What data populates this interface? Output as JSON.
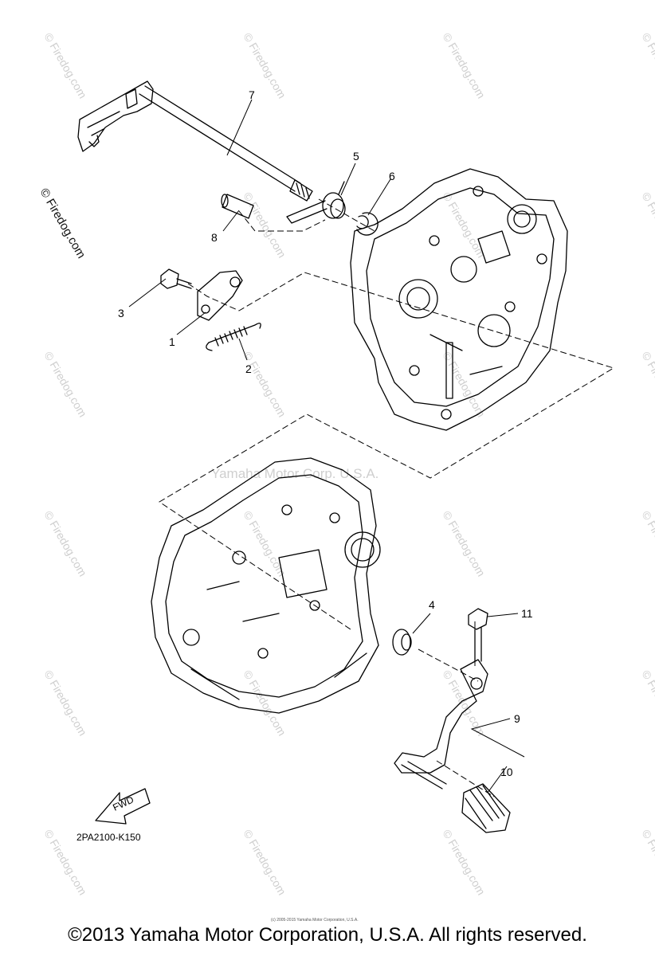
{
  "watermark": {
    "tile_text": "© Firedog.com",
    "side_text": "© Firedog.com",
    "center_text": "Yamaha Motor Corp. U.S.A."
  },
  "callouts": [
    "1",
    "2",
    "3",
    "4",
    "5",
    "6",
    "7",
    "8",
    "9",
    "10",
    "11"
  ],
  "diagram_code": "2PA2100-K150",
  "fwd_label": "FWD",
  "tiny_copyright": "(c) 2005-2015 Yamaha Motor Corporation, U.S.A.",
  "copyright": "©2013 Yamaha Motor Corporation, U.S.A. All rights reserved."
}
